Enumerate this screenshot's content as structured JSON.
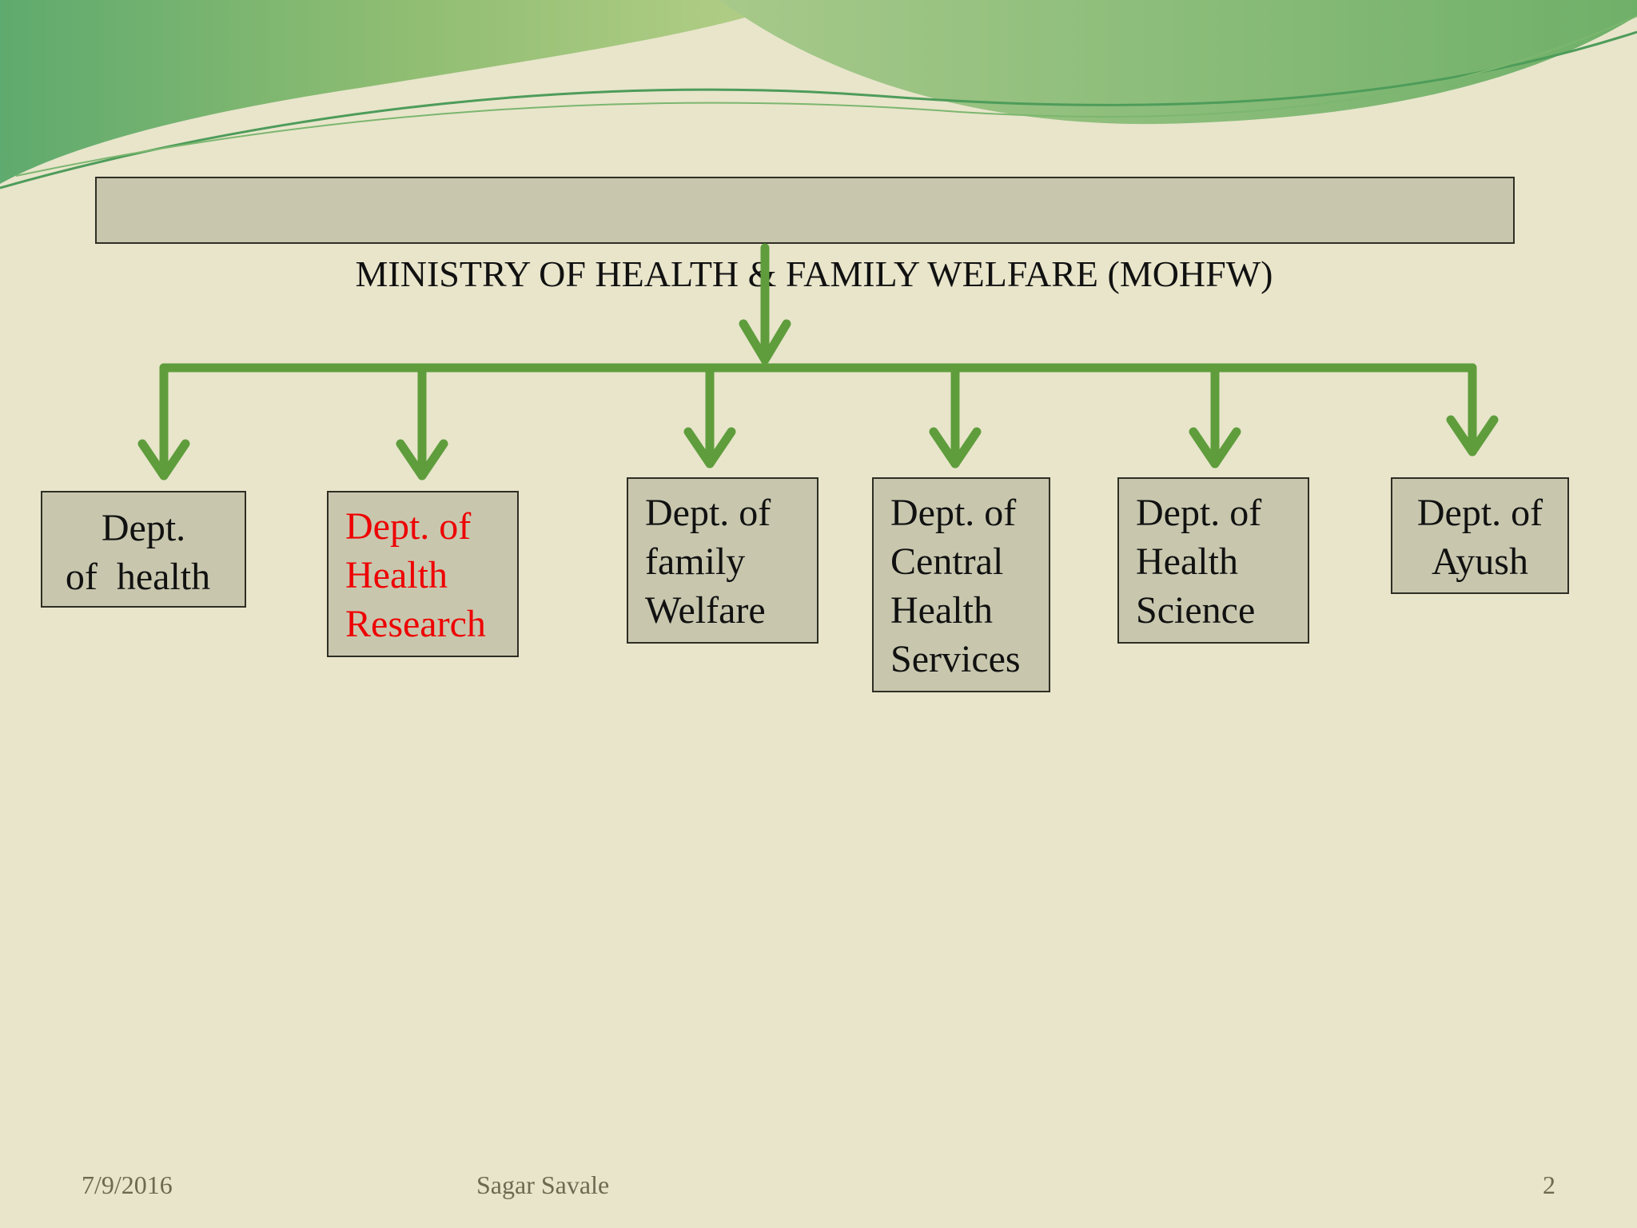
{
  "title": "MINISTRY OF HEALTH & FAMILY WELFARE (MOHFW)",
  "departments": [
    {
      "lines": [
        "Dept.",
        "of  health"
      ],
      "color": "#111111"
    },
    {
      "lines": [
        "Dept. of",
        "Health",
        "Research"
      ],
      "color": "#ee0000"
    },
    {
      "lines": [
        "Dept. of",
        "family",
        "Welfare"
      ],
      "color": "#111111"
    },
    {
      "lines": [
        "Dept. of",
        "Central",
        "Health",
        "Services"
      ],
      "color": "#111111"
    },
    {
      "lines": [
        "Dept. of",
        "Health",
        "Science"
      ],
      "color": "#111111"
    },
    {
      "lines": [
        "Dept. of",
        "Ayush"
      ],
      "color": "#111111"
    }
  ],
  "footer": {
    "date": "7/9/2016",
    "author": "Sagar Savale",
    "page": "2"
  },
  "colors": {
    "arrow": "#5f9d3c",
    "box_fill": "#c8c7ae",
    "highlight": "#ee0000"
  }
}
